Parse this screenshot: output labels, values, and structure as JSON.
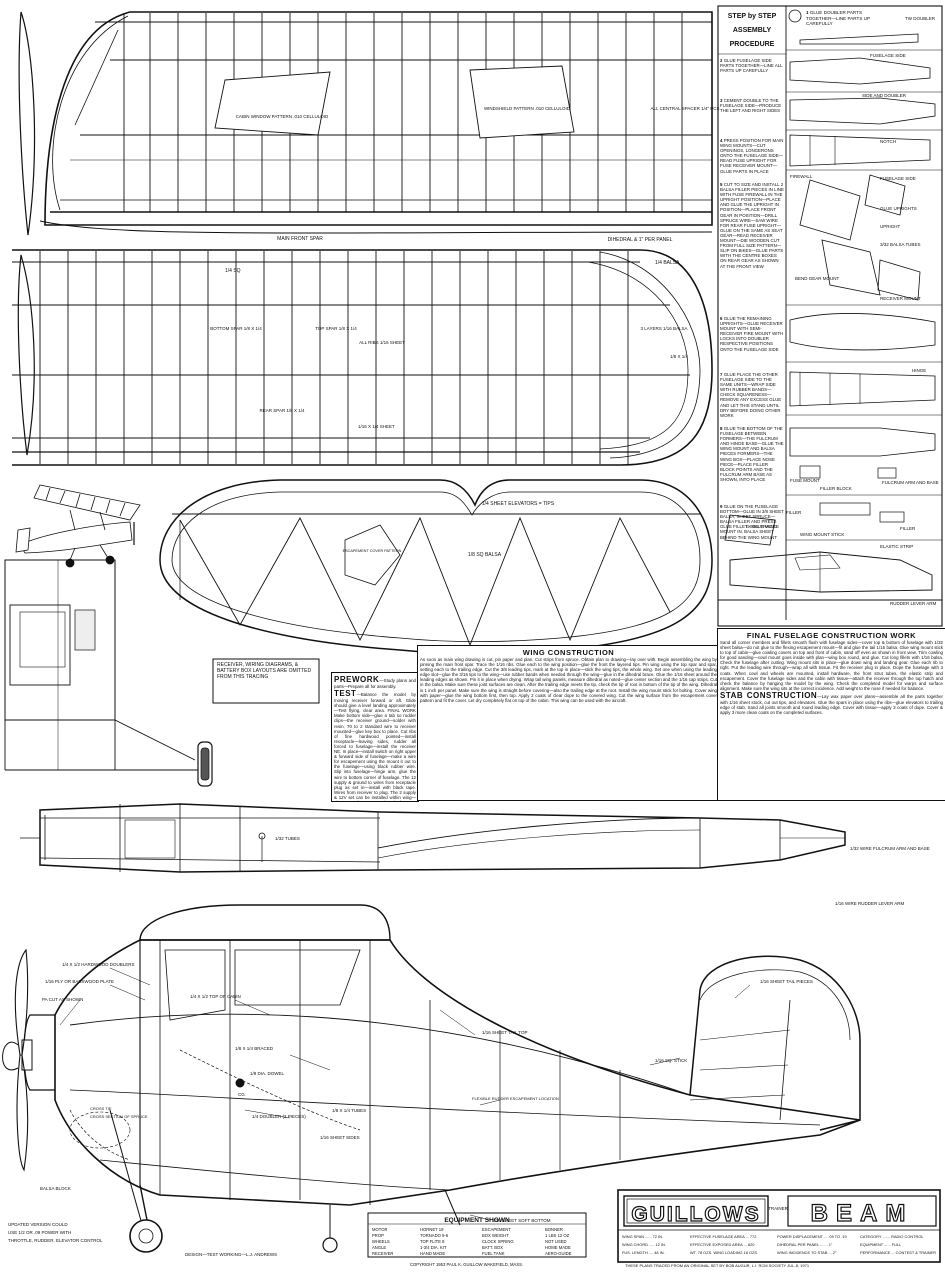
{
  "assembly": {
    "title_lines": [
      "STEP by STEP",
      "ASSEMBLY",
      "PROCEDURE"
    ],
    "steps": [
      {
        "num": "1",
        "text": "GLUE DOUBLER PARTS TOGETHER—LINE PARTS UP CAREFULLY"
      },
      {
        "num": "2",
        "text": "GLUE FUSELAGE SIDE PARTS TOGETHER—LINE ALL PARTS UP CAREFULLY"
      },
      {
        "num": "3",
        "text": "CEMENT DOUBLE TO THE FUSELAGE SIDE—PRODUCE THE LEFT AND RIGHT SIDES"
      },
      {
        "num": "4",
        "text": "PRESS POSITION FOR MAIN WING MOUNTS—CUT OPENINGS, LONGERONS ONTO THE FUSELAGE SIDE—READ FUSE UPRIGHT FOR FUSE RECEIVER MOUNT—GLUE PARTS IN PLACE"
      },
      {
        "num": "5",
        "text": "CUT TO SIZE AND INSTALL 2 BALSA FILLER PIECES IN LINE WITH FUSE FIREWALL IN THE UPRIGHT POSITION—PLACE AND GLUE THE UPRIGHT IN POSITION—PLACE FRONT GEAR IN POSITION—DRILL SPRUCE WIRE—SAW WIRE FOR REAR FUSE UPRIGHT—GLUE ON THE SAME AS SEAT GEAR—READ RECEIVER MOUNT—DIE WOODEN CUT FROM FULL SIZE PATTERN—SLIP ON BIKES—GLUE PARTS WITH THE CENTRE BOXES ON REAR GEAR AS SHOWN AT THE FRONT VIEW"
      },
      {
        "num": "6",
        "text": "GLUE THE REMAINING UPRIGHTS—GLUE RECEIVER MOUNT WITH SEMI-RECEIVER FIRE MOUNT WITH LOCKS INTO DOUBLER RESPECTIVE POSITIONS ONTO THE FUSELAGE SIDE"
      },
      {
        "num": "7",
        "text": "GLUE PLACE THE OTHER FUSELAGE SIDE TO THE SAME UNITS—WRAP SIDE WITH RUBBER BANDS—CHECK SQUARENESS—REMOVE ANY EXCESS GLUE AND LET THIS STAND UNTIL DRY BEFORE DOING OTHER WORK"
      },
      {
        "num": "8",
        "text": "GLUE THE BOTTOM OF THE FUSELAGE BETWEEN FORMERS—THE FULCRUM AND HINGE BASE—GLUE THE WING MOUNT AND BALSA PIECES FORMERS—THE WING BOX—PLACE NOSE PIECE—PLACE FILLER BLOCK POINTS AND THE FULCRUM ARM BASE AS SHOWN, INTO PLACE"
      },
      {
        "num": "9",
        "text": "GLUE ON THE FUSELAGE BOTTOM—GLUE IN 3/8 SHEET BALSA, SHEET SPRUCE—BALSA FILLER AND PRESS GLUE FILLET—GLUE WING MOUNT IN. BALSA SHEET BEHIND THE WING MOUNT"
      }
    ],
    "callouts": {
      "tw_doubler": "TW DOUBLER",
      "fuselage_side": "FUSELAGE SIDE",
      "side_doubler": "SIDE AND DOUBLER",
      "notch": "NOTCH",
      "firewall": "FIREWALL",
      "fuselage_side2": "FUSELAGE SIDE",
      "glue_uprights": "GLUE UPRIGHTS",
      "upright": "UPRIGHT",
      "balsa_tubes": "3/32 BALSA TUBES",
      "bent_gear": "BEND GEAR MOUNT",
      "receiver_mount": "RECEIVER MOUNT",
      "hinge": "HINGE",
      "fuse_mount": "FUSE MOUNT",
      "filler_block": "FILLER BLOCK",
      "fulcrum": "FULCRUM ARM AND BASE",
      "filler": "FILLER",
      "wing_mount_stick": "WING MOUNT STICK",
      "rudder": "RUDDER LEVER ARM",
      "strip": "ELASTIC STRIP",
      "cowl_tracks": "COWL TRACKS"
    }
  },
  "wing_top": {
    "main_front_spar": "MAIN FRONT SPAR",
    "dihedral": "DIHEDRAL & 1\" PER PANEL",
    "windshield1": "CABIN WINDOW PATTERN .010 CELLULOID",
    "windshield2": "WINDSHIELD PATTERN .010 CELLULOID",
    "spacer": "ALL CENTRAL SPACER 1/4\" PCS"
  },
  "wing_bottom": {
    "balsa": "1/4 BALSA",
    "sq": "1/4 SQ",
    "bottom_spar": "BOTTOM SPAR 1/8 X 1/4",
    "top_spar": "TOP SPAR 1/8 X 1/4",
    "all_ribs": "ALL RIBS 1/16 SHEET",
    "layers": "3 LAYERS 1/16 BALSA",
    "x4": "1/8 X 1/4",
    "rear_spar": "REAR SPAR 1/8 X 1/4",
    "sheet": "1/16 X 1/4 SHEET"
  },
  "stab": {
    "elevators": "1/4 SHEET ELEVATORS = TIPS",
    "sq_balsa": "1/8 SQ BALSA",
    "escapement": "ESCAPEMENT COVER PATTERN"
  },
  "receiver_note": "RECEIVER, WIRING DIAGRAMS, & BATTERY BOX LAYOUTS ARE OMITTED FROM THIS TRACING",
  "prework": {
    "heading": "PREWORK",
    "heading_tail": "—Study plans and parts—Prepare all for assembly.",
    "test_heading": "TEST",
    "text": "—Balance the model by moving receiver forward or aft. Glide should give a level landing approximately—Test flying, clear area. FINAL WORK Make bottom side—glue a tab so rudder clips—the receiver ground—solder with resin, 70 to 2 standard wire to receiver mounted—glue key box to place. Cut ribs of fine hardwood pointed—install receptacle—leaving sides, rudder all forced to fuselage—install the receiver NE. In place—install switch on right upper & forward side of fuselage—make a wire for escapement using the mount it out to the fuselage—using black rubber wire. Slip into fuselage—hinge arm, glue the wire to bottom corner of fuselage. The 12 supply & ground to wires from receptacle plug as set in—install with black tape. Wires from receiver to plug. The 2 supply & 12V set can be installed within wing—glue & pad on wrong in wingboxes—mounting. Cover wings both covering panels—glue to fuselage sides—install wiring—use & wing tape and receiving & front & rear wheels."
  },
  "wing_construction": {
    "heading": "WING CONSTRUCTION",
    "text": "As soon as main wing drawing is cut, pin paper and plan. Cut strips from spruce. Obtain plan to drawing—lay over with. Begin assembling the wing by pinning the main front spar. Trace the 1/16 ribs. Glue each to the wing position—glue the front the layered tips. Pin wing using the top spar and spar, setting each to the trailing edge. Cut the 3/8 leading tips, mark at the top in place—stick the wing tips, the whole wing. Set one when using the leading edge slot—glue the 3/16 tips to the wing—use rubber bands when needed through the wing—glue in the dihedral brace. Glue the 1/16 sheet around the leading edges as shown. Pin it in place when drying. Wrap tail wing panels, measure dihedral as noted—glue center section and the 1/16 cap strips. Cut in the balsa. Make sure these joint surfaces are clean. After the trailing edge meets the tip, check the tip of root in bottom of the tip of the wing. Dihedral is 1 inch per panel. Make sure the wing is straight before covering—also the trailing edge at the root. Install the wing mount stick for bolting. Cover wing with paper—glue the wing bottom first, then top. Apply 2 coats of clear dope to the covered wing. Cut the wing surface from the escapement cover pattern and fit the cover. Let dry completely flat on top of the cabin. This wing can be used with the aircraft."
  },
  "final_fuselage": {
    "heading": "FINAL FUSELAGE CONSTRUCTION WORK",
    "text": "Sand all corner members and fillets smooth flush with fuselage sides—cover top & bottom of fuselage with 1/32 sheet balsa—do not glue to the flexing escapement mount—fit and glue the tail 1/16 balsa. Glue wing mount stick to top of cabin—glue cowling covers on top and front of cabin, sand off even as shown in front view. Trim cowling for good sanding—cowl mount goes inside with plan—wing box round, and glue. Cut long fillets with 1/16 balsa. Check the fuselage after cutting. Wing mount sits in place—glue down wing and landing gear. Glue each rib to right. Put the leading wire through—wrap all with tissue. Fit the receiver plug in place. Dope the fuselage with 3 coats. When cowl and wheels are mounted, install hardware, the front strut tubes, the elastic strip and escapement. Cover the fuselage sides and the cabin with tissue—attach the receiver through the top hatch and check the balance by hanging the model by the wing. Check the completed model for warps and surface alignment. Make sure the wing sits at the correct incidence. Add weight to the nose if needed for balance."
  },
  "stab_construction": {
    "heading": "STAB CONSTRUCTION",
    "text": "—Lay wax paper over plans—assemble all the parts together with 1/16 sheet stock, cut out tips, and elevators. Glue the spars in place using the ribs—glue elevators to trailing edge of stab. Sand all joints smooth and round leading edge. Cover with tissue—apply 3 coats of dope. Cover & apply 3 more clean coats on the completed surfaces."
  },
  "fuselage_top": {
    "servo": "1/32 TUBES",
    "fulcrum": "1/32 WIRE FULCRUM ARM AND BASE",
    "rudder_lever": "1/16 WIRE RUDDER LEVER ARM"
  },
  "side_view": {
    "cowl_doubler": "1/4 X 1/2 HARDWOOD DOUBLERS",
    "pine_plate": "1/16 PLY OR BASSWOOD PLATE",
    "pa_cut": "PA CUT AS SHOWN",
    "top_of_cabin": "1/4 X 1/2 TOP OF CABIN",
    "braced": "1/8 X 1/4 BRACED",
    "dowel": "1/8 DIA. DOWEL",
    "sheet_tail": "1/16 SHEET TAIL PIECES",
    "sheet_tail_top": "1/16 SHEET TAIL TOP",
    "stick": "1/16 SQ. STICK",
    "doubler2": "1/4 DOUBLER (2 PIECES)",
    "cross_tie": "CROSS TIE",
    "crosspiece": "CROSS SECTION OF SPRUCE",
    "sheet_sides": "1/16 SHEET SIDES",
    "tubes": "1/8 X 1/4 TUBES",
    "escapement_loc": "FLEXIBLE RUDDER ESCAPEMENT LOCATION",
    "sheet_bottom": "1/16 SHEET SOFT BOTTOM",
    "balsa_block": "BALSA BLOCK",
    "cg": "CG"
  },
  "note_bottom_left": [
    "UPDATED VERSION COULD",
    "USE 1/2 OR .09 POWER WITH",
    "THROTTLE, RUDDER, ELEVATOR CONTROL"
  ],
  "design_credit": "DESIGN—TEST WORKING—L.J. ANDREWS",
  "copyright": "COPYRIGHT 1953 PAUL K. GUILLOW WAKEFIELD, MASS.",
  "plan_note": "THESE PLANS TRACED FROM AN ORIGINAL SET BY BOB AUGUR, L.I. RCM SOCIETY   JUL-8, 1971",
  "equipment": {
    "heading": "EQUIPMENT SHOWN",
    "rows": [
      [
        "MOTOR",
        "HORNET 19",
        "ESCAPEMENT",
        "BONNER"
      ],
      [
        "PROP",
        "TORNADO 9-6",
        "BOX WEIGHT",
        "1 LBS 12 OZ"
      ],
      [
        "WHEELS",
        "TOP FLITE 8",
        "CLOCK SPRING",
        "NOT USED"
      ],
      [
        "ANGLE",
        "1-3/4 DIA. KIT",
        "BATT. BOX",
        "HOME MADE"
      ],
      [
        "RECEIVER",
        "HAND MADE",
        "FUEL TANK",
        "AERO-GUIDE"
      ]
    ]
  },
  "title_block": {
    "brand": "GUILLOWS",
    "trainer": "TRAINER",
    "name": "BEAM",
    "specs": [
      "WING SPAN ...... 72 IN.",
      "WING CHORD ..... 12 IN.",
      "FUS. LENGTH .... 48 IN.",
      "EFFECTIVE FUSELAGE AREA ... 772",
      "EFFECTIVE EXPOSED AREA ... 620",
      "WT. 78 OZS. WING LOADING 18 OZS.",
      "POWER DISPLACEMENT ... .09 TO .19",
      "DIHEDRAL PER PANEL ....... 1\"",
      "WING INCIDENCE TO STAB ... 2°",
      "CATEGORY ....... RADIO CONTROL",
      "EQUIPMENT ...... FULL",
      "PERFORMANCE ... CONTEST & TRAINER"
    ]
  }
}
